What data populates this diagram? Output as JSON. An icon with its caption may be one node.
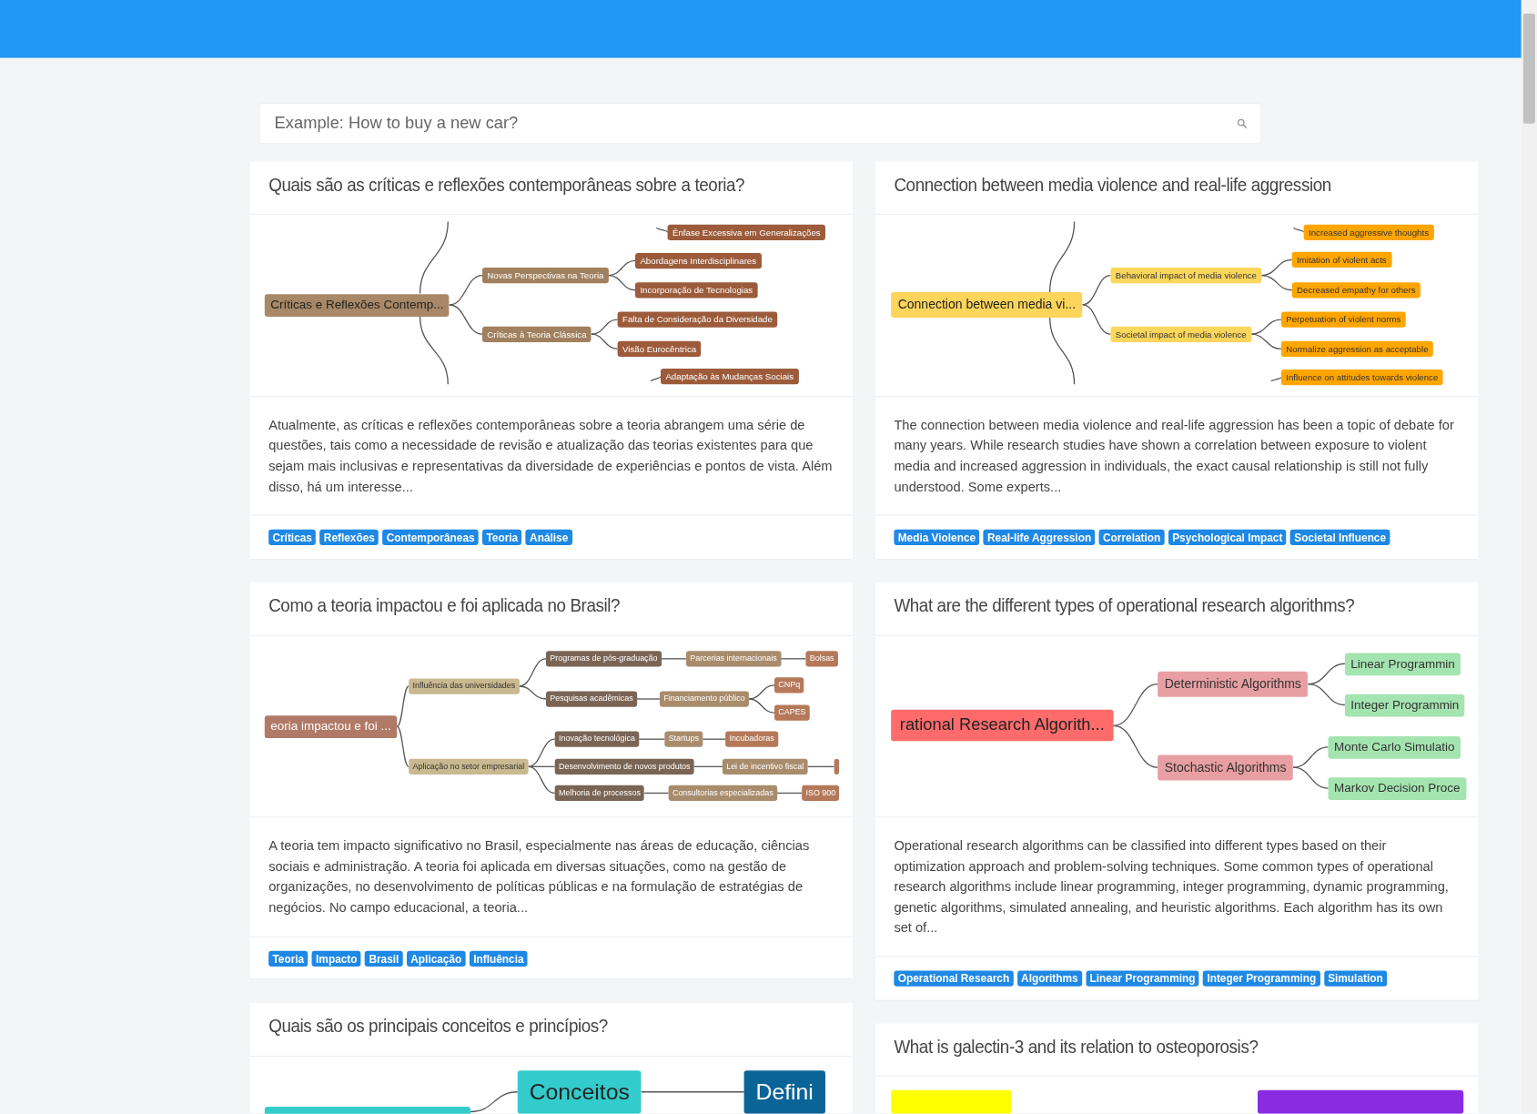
{
  "diagram": {
    "nodes": [
      {
        "text": [
          "Quais são as críticas e reflexões contemporâneas sobre a teoria?",
          "Atualmente, as críticas e reflexões contemporâneas sobre a teoria abrangem uma série de questões, tais como a necessidade de revisão e atualização das teorias existentes para que sejam mais inclusivas e representativas da diversidade de experiências e pontos de vista. Além disso, há um interesse..."
        ]
      },
      {
        "text": [
          "Críticas e Reflexões Contemp..."
        ],
        "in": 0
      },
      {
        "text": [
          "Ênfase Excessiva em Generalizações"
        ],
        "in": 0
      },
      {
        "text": [
          "Novas Perspectivas na Teoria"
        ],
        "in": 0
      },
      {
        "text": [
          "Abordagens Interdisciplinares"
        ],
        "in": 0
      },
      {
        "text": [
          "Incorporação de Tecnologias"
        ],
        "in": 0
      },
      {
        "text": [
          "Críticas à Teoria Clássica"
        ],
        "in": 0
      },
      {
        "text": [
          "Falta de Consideração da Diversidade"
        ],
        "in": 0
      },
      {
        "text": [
          "Visão Eurocêntrica"
        ],
        "in": 0
      },
      {
        "text": [
          "Adaptação às Mudanças Sociais"
        ],
        "in": 0
      },
      {
        "text": [
          "Connection between media violence and real-life aggression",
          "The connection between media violence and real-life aggression has been a topic of debate for many years. While research studies have shown a correlation between exposure to violent media and increased aggression in individuals, the exact causal relationship is still not fully understood. Some experts..."
        ]
      },
      {
        "text": [
          "Connection between media vi..."
        ],
        "in": 10
      },
      {
        "text": [
          "Increased aggressive thoughts"
        ],
        "in": 10
      },
      {
        "text": [
          "Behavioral impact of media violence"
        ],
        "in": 10
      },
      {
        "text": [
          "Imitation of violent acts"
        ],
        "in": 10
      },
      {
        "text": [
          "Decreased empathy for others"
        ],
        "in": 10
      },
      {
        "text": [
          "Societal impact of media violence"
        ],
        "in": 10
      },
      {
        "text": [
          "Perpetuation of violent norms"
        ],
        "in": 10
      },
      {
        "text": [
          "Normalize aggression as acceptable"
        ],
        "in": 10
      },
      {
        "text": [
          "Influence on attitudes towards violence"
        ],
        "in": 10
      },
      {
        "text": [
          "Como a teoria impactou e foi aplicada no Brasil?",
          "A teoria tem impacto significativo no Brasil, especialmente nas áreas de educação, ciências sociais e administração. A teoria foi aplicada em diversas situações, como na gestão de organizações, no desenvolvimento de políticas públicas e na formulação de estratégias de negócios. No campo educacional, a teoria..."
        ]
      },
      {
        "text": [
          "eoria impactou e foi ..."
        ],
        "in": 20
      },
      {
        "text": [
          "Influência das universidades"
        ],
        "in": 20
      },
      {
        "text": [
          "Programas de pós-graduação"
        ],
        "in": 20
      },
      {
        "text": [
          "Parcerias internacionais"
        ],
        "in": 20
      },
      {
        "text": [
          "Bolsas"
        ],
        "in": 20
      },
      {
        "text": [
          "Pesquisas acadêmicas"
        ],
        "in": 20
      },
      {
        "text": [
          "Financiamento público"
        ],
        "in": 20
      },
      {
        "text": [
          "CNPq"
        ],
        "in": 20
      },
      {
        "text": [
          "CAPES"
        ],
        "in": 20
      },
      {
        "text": [
          "Aplicação no setor empresarial"
        ],
        "in": 20
      },
      {
        "text": [
          "Inovação tecnológica"
        ],
        "in": 20
      },
      {
        "text": [
          "Startups"
        ],
        "in": 20
      },
      {
        "text": [
          "Incubadoras"
        ],
        "in": 20
      },
      {
        "text": [
          "Desenvolvimento de novos produtos"
        ],
        "in": 20
      },
      {
        "text": [
          "Lei de incentivo fiscal"
        ],
        "in": 20
      },
      {
        "text": [],
        "shape": "box",
        "in": 20
      },
      {
        "text": [
          "Melhoria de processos"
        ],
        "in": 20
      },
      {
        "text": [
          "Consultorias especializadas"
        ],
        "in": 20
      },
      {
        "text": [
          "ISO 900"
        ],
        "in": 20
      },
      {
        "text": [
          "What are the different types of operational research algorithms?",
          "Operational research algorithms can be classified into different types based on their optimization approach and problem-solving techniques. Some common types of operational research algorithms include linear programming, integer programming, dynamic programming, genetic algorithms, simulated annealing, and heuristic algorithms. Each algorithm has its own set of..."
        ]
      },
      {
        "text": [
          "rational Research Algorith..."
        ],
        "in": 40
      },
      {
        "text": [
          "Deterministic Algorithms"
        ],
        "in": 40
      },
      {
        "text": [
          "Linear Programmin"
        ],
        "in": 40
      },
      {
        "text": [
          "Integer Programmin"
        ],
        "in": 40
      },
      {
        "text": [
          "Stochastic Algorithms"
        ],
        "in": 40
      },
      {
        "text": [
          "Monte Carlo Simulatio"
        ],
        "in": 40
      },
      {
        "text": [
          "Markov Decision Proce"
        ],
        "in": 40
      },
      {
        "text": [
          "Quais são os principais conceitos e princípios?"
        ]
      },
      {
        "text": [],
        "shape": "box",
        "in": 48
      },
      {
        "text": [
          "Conceitos"
        ],
        "in": 48
      },
      {
        "text": [
          "Defini"
        ],
        "in": 48
      },
      {
        "text": [
          "What is galectin-3 and its relation to osteoporosis?"
        ]
      },
      {
        "text": [],
        "shape": "box",
        "in": 52
      },
      {
        "text": [],
        "shape": "box",
        "in": 52
      }
    ],
    "edges": [
      {
        "from": 1,
        "to": null,
        "arrow": "none"
      },
      {
        "from": 1,
        "to": 3,
        "arrow": "none"
      },
      {
        "from": 1,
        "to": 6,
        "arrow": "none"
      },
      {
        "from": 1,
        "to": null,
        "arrow": "none"
      },
      {
        "from": null,
        "to": 2,
        "arrow": "none"
      },
      {
        "from": 3,
        "to": 4,
        "arrow": "none"
      },
      {
        "from": 3,
        "to": 5,
        "arrow": "none"
      },
      {
        "from": 6,
        "to": 7,
        "arrow": "none"
      },
      {
        "from": 6,
        "to": 8,
        "arrow": "none"
      },
      {
        "from": null,
        "to": 9,
        "arrow": "none"
      },
      {
        "from": 11,
        "to": null,
        "arrow": "none"
      },
      {
        "from": 11,
        "to": 13,
        "arrow": "none"
      },
      {
        "from": 11,
        "to": 16,
        "arrow": "none"
      },
      {
        "from": 11,
        "to": null,
        "arrow": "none"
      },
      {
        "from": null,
        "to": 12,
        "arrow": "none"
      },
      {
        "from": 13,
        "to": 14,
        "arrow": "none"
      },
      {
        "from": 13,
        "to": 15,
        "arrow": "none"
      },
      {
        "from": 16,
        "to": 17,
        "arrow": "none"
      },
      {
        "from": 16,
        "to": 18,
        "arrow": "none"
      },
      {
        "from": null,
        "to": 19,
        "arrow": "none"
      },
      {
        "from": 21,
        "to": 22,
        "arrow": "none"
      },
      {
        "from": 22,
        "to": 23,
        "arrow": "none"
      },
      {
        "from": 23,
        "to": 24,
        "arrow": "none"
      },
      {
        "from": 24,
        "to": 25,
        "arrow": "none"
      },
      {
        "from": 22,
        "to": 26,
        "arrow": "none"
      },
      {
        "from": 26,
        "to": 27,
        "arrow": "none"
      },
      {
        "from": 27,
        "to": 28,
        "arrow": "none"
      },
      {
        "from": 27,
        "to": 29,
        "arrow": "none"
      },
      {
        "from": 21,
        "to": 30,
        "arrow": "none"
      },
      {
        "from": 30,
        "to": 31,
        "arrow": "none"
      },
      {
        "from": 31,
        "to": 32,
        "arrow": "none"
      },
      {
        "from": 32,
        "to": 33,
        "arrow": "none"
      },
      {
        "from": 30,
        "to": 34,
        "arrow": "none"
      },
      {
        "from": 34,
        "to": 35,
        "arrow": "none"
      },
      {
        "from": 35,
        "to": 36,
        "arrow": "none"
      },
      {
        "from": 30,
        "to": 37,
        "arrow": "none"
      },
      {
        "from": 37,
        "to": 38,
        "arrow": "none"
      },
      {
        "from": 38,
        "to": 39,
        "arrow": "none"
      },
      {
        "from": 41,
        "to": 42,
        "arrow": "none"
      },
      {
        "from": 42,
        "to": 43,
        "arrow": "none"
      },
      {
        "from": 42,
        "to": 44,
        "arrow": "none"
      },
      {
        "from": 41,
        "to": 45,
        "arrow": "none"
      },
      {
        "from": 45,
        "to": 46,
        "arrow": "none"
      },
      {
        "from": 45,
        "to": 47,
        "arrow": "none"
      },
      {
        "from": 49,
        "to": 50,
        "arrow": "none"
      },
      {
        "from": 50,
        "to": 51,
        "arrow": "none"
      }
    ],
    "labels": [
      "Example: How to buy a new car?",
      "Críticas",
      "Reflexões",
      "Contemporâneas",
      "Teoria",
      "Análise",
      "Media Violence",
      "Real-life Aggression",
      "Correlation",
      "Psychological Impact",
      "Societal Influence",
      "Teoria",
      "Impacto",
      "Brasil",
      "Aplicação",
      "Influência",
      "Operational Research",
      "Algorithms",
      "Linear Programming",
      "Integer Programming",
      "Simulation"
    ]
  }
}
